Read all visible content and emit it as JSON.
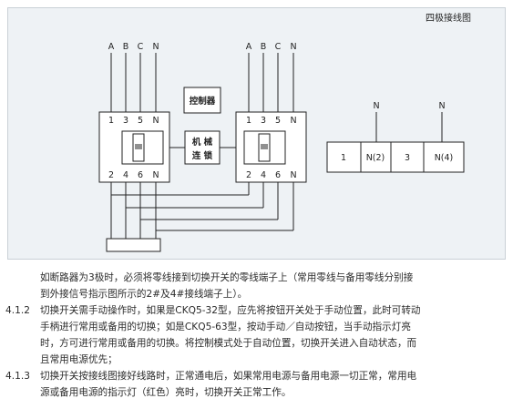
{
  "diagram": {
    "title": "四极接线图",
    "left_top_terms": [
      "A",
      "B",
      "C",
      "N"
    ],
    "right_top_terms": [
      "A",
      "B",
      "C",
      "N"
    ],
    "left_block_top": [
      "1",
      "3",
      "5",
      "N"
    ],
    "left_block_bottom": [
      "2",
      "4",
      "6",
      "N"
    ],
    "right_block_top": [
      "1",
      "3",
      "5",
      "N"
    ],
    "right_block_bottom": [
      "2",
      "4",
      "6",
      "N"
    ],
    "controller_label": "控制器",
    "interlock_line1": "机 械",
    "interlock_line2": "连 锁",
    "terminal_cells": [
      "1",
      "N(2)",
      "3",
      "N(4)"
    ],
    "terminal_top_labels": [
      "N",
      "N"
    ]
  },
  "text": {
    "p0_lines": [
      "如断路器为3极时，必须将零线接到切换开关的零线端子上（常用零线与备用零线分别接",
      "到外接信号指示图所示的2#及4#接线端子上）。"
    ],
    "p1_num": "4.1.2",
    "p1_lines": [
      "切换开关需手动操作时，如果是CKQ5-32型，应先将按钮开关处于手动位置，此时可转动",
      "手柄进行常用或备用的切换；如是CKQ5-63型，按动手动／自动按钮，当手动指示灯亮",
      "时，方可进行常用或备用的切换。将控制模式处于自动位置，切换开关进入自动状态，而",
      "且常用电源优先；"
    ],
    "p2_num": "4.1.3",
    "p2_lines": [
      "切换开关按接线图接好线路时，正常通电后，如果常用电源与备用电源一切正常，常用电",
      "源或备用电源的指示灯（红色）亮时，切换开关正常工作。"
    ]
  }
}
